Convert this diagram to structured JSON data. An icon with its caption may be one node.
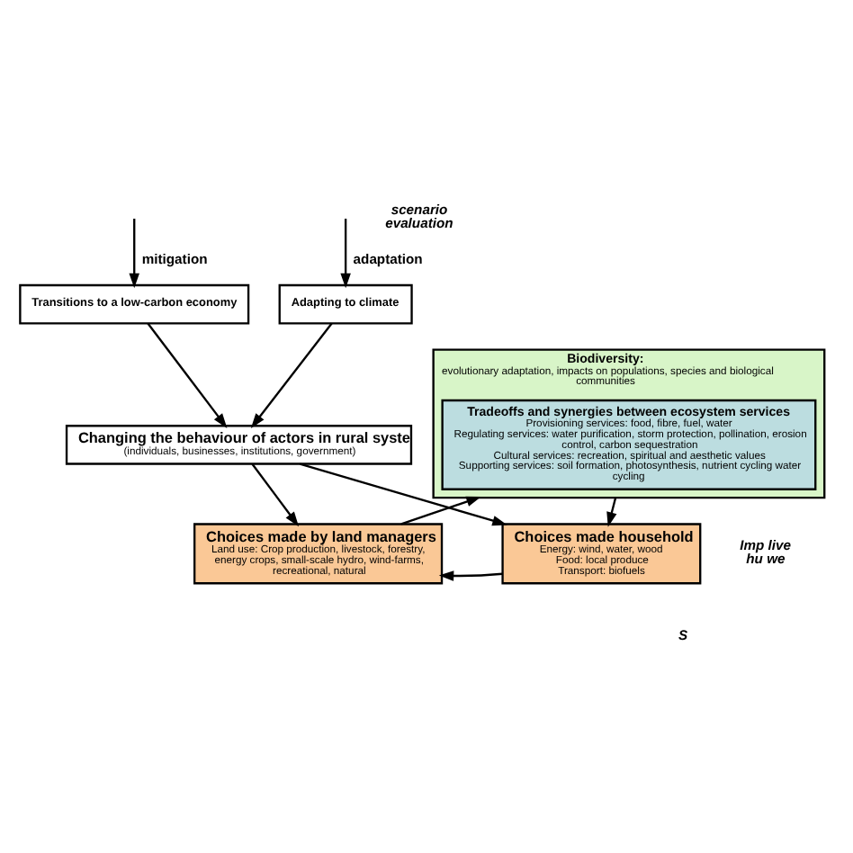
{
  "diagram": {
    "nodes": [
      {
        "text": [
          "Transitions to a low-carbon economy"
        ]
      },
      {
        "text": [
          "Adapting to climate"
        ]
      },
      {
        "text": [
          "Changing the behaviour of actors in rural syste",
          "(individuals, businesses, institutions, government)"
        ]
      },
      {
        "text": [
          "Choices made by land managers",
          "Land use: Crop production, livestock, forestry, energy crops, small-scale hydro, wind-farms, recreational, natural"
        ]
      },
      {
        "text": [
          "Choices made household",
          "Energy: wind, water, wood",
          "Food: local produce",
          "Transport: biofuels"
        ]
      },
      {
        "text": [
          "Biodiversity:",
          "evolutionary adaptation, impacts on populations, species and biological communities"
        ]
      },
      {
        "text": [
          "Tradeoffs and synergies between ecosystem services",
          "Provisioning services: food, fibre, fuel, water",
          "Regulating services: water purification, storm protection, pollination, erosion control, carbon sequestration",
          "Cultural services: recreation, spiritual and aesthetic values",
          "Supporting services: soil formation, photosynthesis, nutrient cycling water cycling"
        ],
        "in": 5
      }
    ],
    "edges": [
      {
        "from": null,
        "to": 0,
        "arrow": "to",
        "label": "mitigation"
      },
      {
        "from": null,
        "to": 1,
        "arrow": "to",
        "label": "adaptation"
      },
      {
        "from": 0,
        "to": 2,
        "arrow": "to"
      },
      {
        "from": 1,
        "to": 2,
        "arrow": "to"
      },
      {
        "from": 2,
        "to": 3,
        "arrow": "to"
      },
      {
        "from": 2,
        "to": 4,
        "arrow": "to"
      },
      {
        "from": 4,
        "to": 3,
        "arrow": "to"
      },
      {
        "from": 3,
        "to": 5,
        "arrow": "to"
      },
      {
        "from": 5,
        "to": 4,
        "arrow": "to"
      }
    ],
    "labels": [
      "scenario evaluation",
      "Imp live hu we",
      "S"
    ]
  }
}
